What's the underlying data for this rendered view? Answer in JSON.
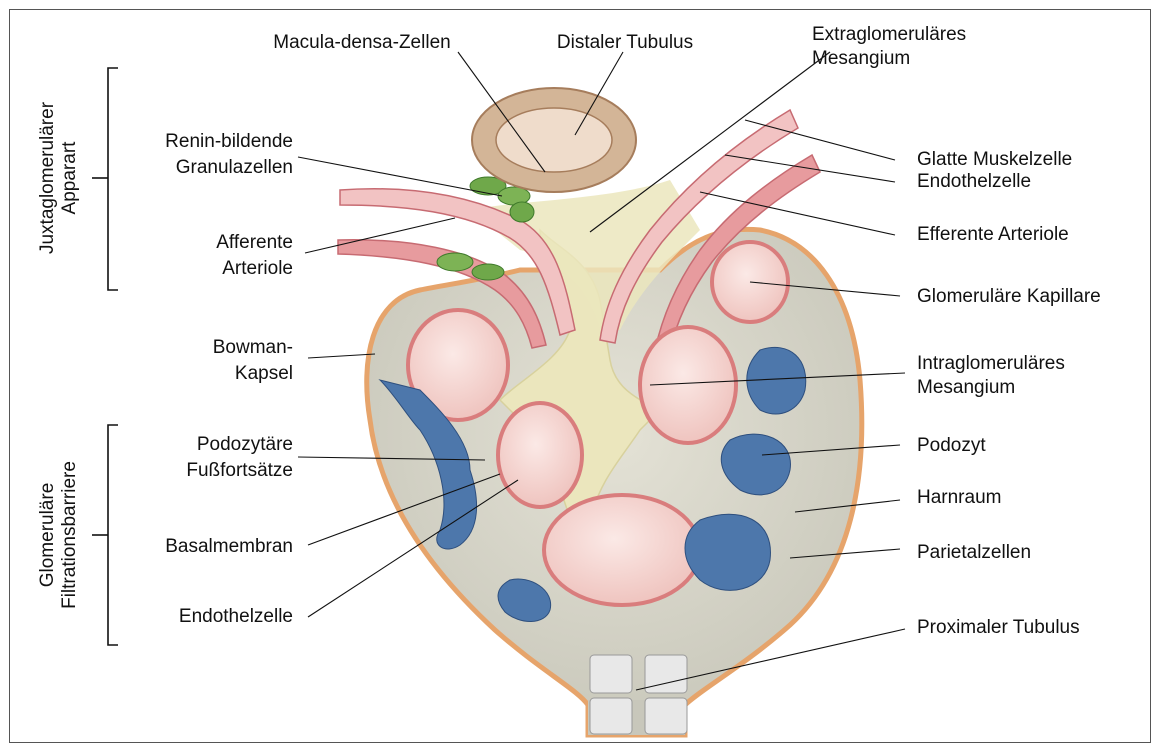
{
  "groups": {
    "juxtaglomerular": [
      "Juxtaglomerulärer",
      "Apparart"
    ],
    "filtration": [
      "Glomeruläre",
      "Filtrationsbarriere"
    ]
  },
  "labels": {
    "macula_densa": "Macula-densa-Zellen",
    "distaler_tubulus": "Distaler Tubulus",
    "extraglomerular_mesangium": [
      "Extraglomeruläres",
      "Mesangium"
    ],
    "renin_granula": [
      "Renin-bildende",
      "Granulazellen"
    ],
    "afferente_arteriole": [
      "Afferente",
      "Arteriole"
    ],
    "bowman_kapsel": [
      "Bowman-",
      "Kapsel"
    ],
    "fussfortsaetze": [
      "Podozytäre",
      "Fußfortsätze"
    ],
    "basalmembran": "Basalmembran",
    "endothelzelle_left": "Endothelzelle",
    "glatte_muskelzelle": "Glatte Muskelzelle",
    "endothelzelle_right": "Endothelzelle",
    "efferente_arteriole": "Efferente Arteriole",
    "glomerulaere_kapillare": "Glomeruläre Kapillare",
    "intraglomerular_mesangium": [
      "Intraglomeruläres",
      "Mesangium"
    ],
    "podozyt": "Podozyt",
    "harnraum": "Harnraum",
    "parietalzellen": "Parietalzellen",
    "proximaler_tubulus": "Proximaler Tubulus"
  },
  "colors": {
    "capsule_fill": "#d8d7cb",
    "capsule_edge": "#e3a46a",
    "tubule": "#c9a98a",
    "arteriole": "#d9868a",
    "granular": "#6fa84a",
    "podocyte": "#4d77ab",
    "capillary": "#f4d6d2",
    "mesangium": "#e7e2b3"
  }
}
